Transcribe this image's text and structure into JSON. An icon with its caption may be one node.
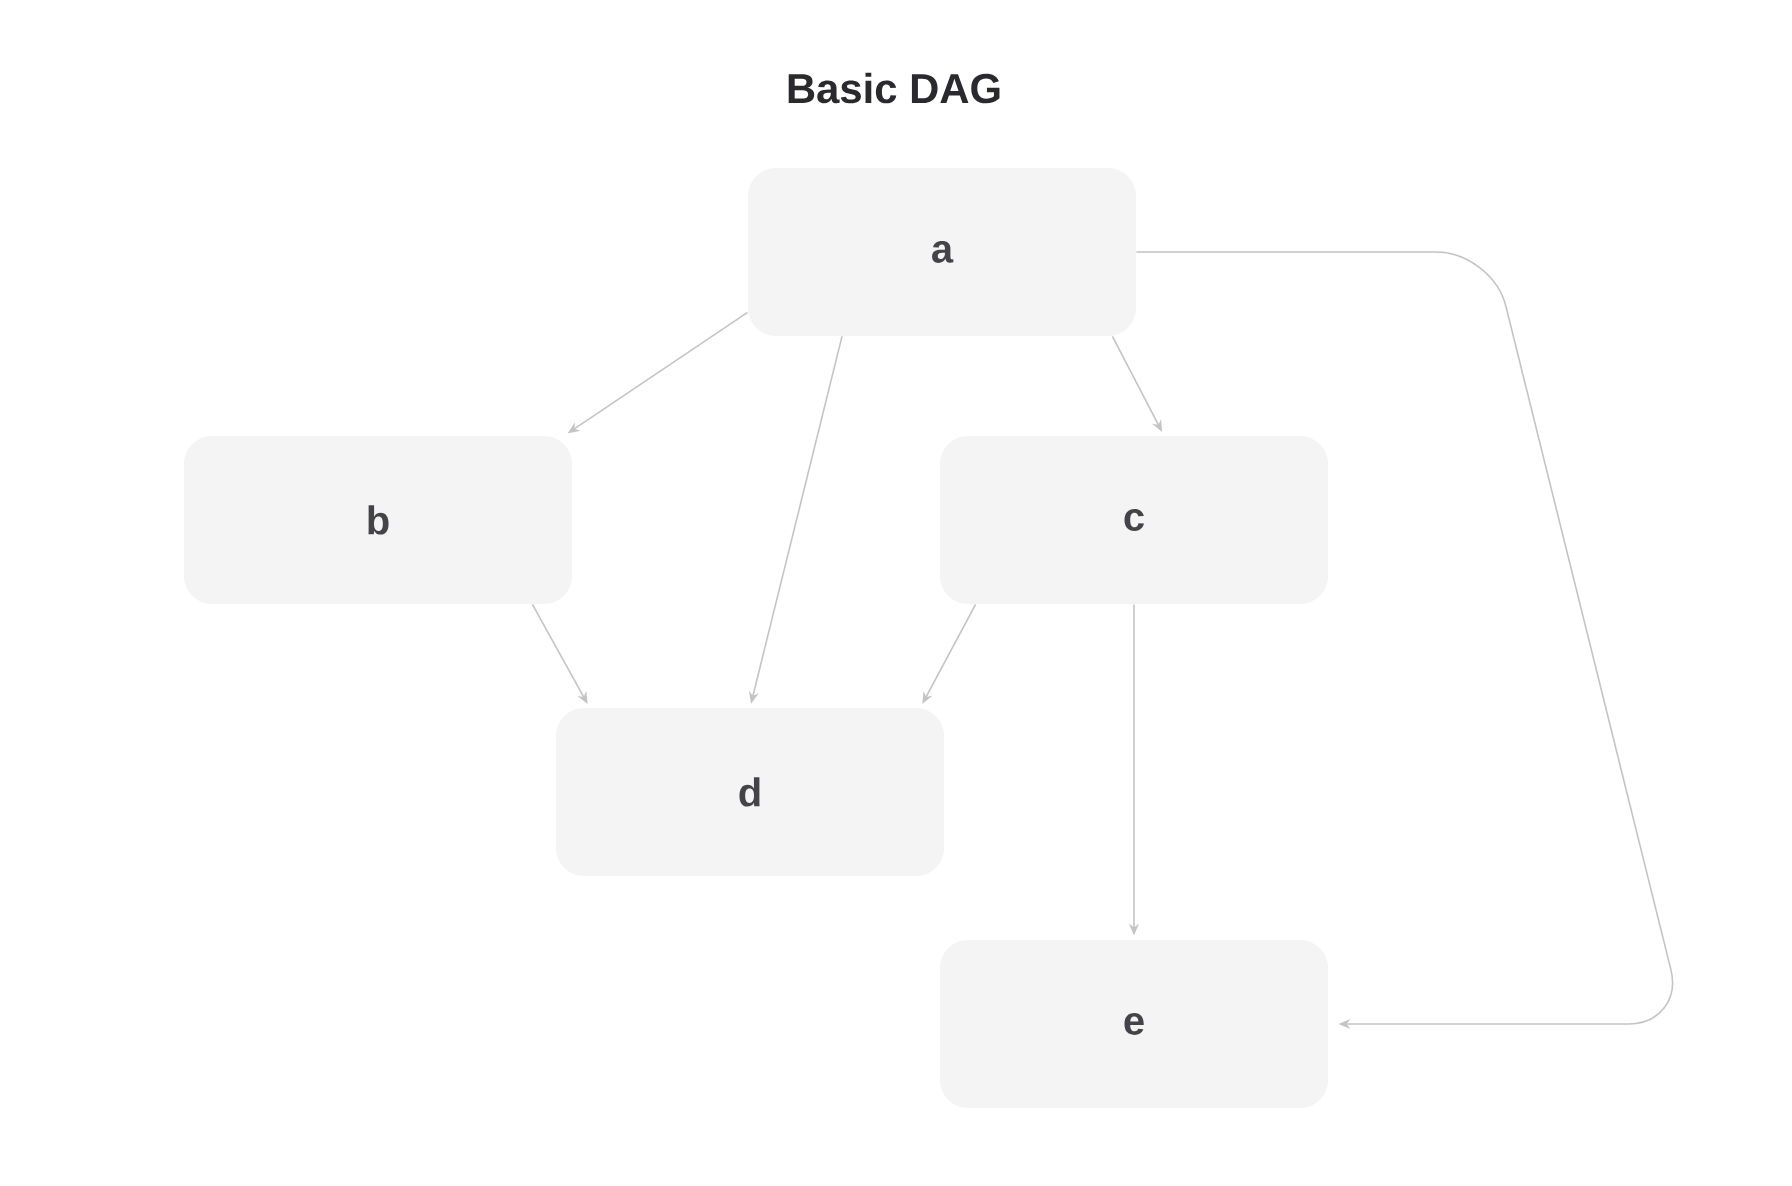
{
  "diagram": {
    "title": "Basic DAG",
    "nodes": [
      {
        "text": [
          "a"
        ]
      },
      {
        "text": [
          "b"
        ]
      },
      {
        "text": [
          "c"
        ]
      },
      {
        "text": [
          "d"
        ]
      },
      {
        "text": [
          "e"
        ]
      }
    ],
    "edges": [
      {
        "from": 0,
        "to": 1,
        "arrow": "to"
      },
      {
        "from": 0,
        "to": 3,
        "arrow": "to"
      },
      {
        "from": 0,
        "to": 2,
        "arrow": "to"
      },
      {
        "from": 0,
        "to": 4,
        "arrow": "to"
      },
      {
        "from": 1,
        "to": 3,
        "arrow": "to"
      },
      {
        "from": 2,
        "to": 3,
        "arrow": "to"
      },
      {
        "from": 2,
        "to": 4,
        "arrow": "to"
      }
    ]
  }
}
